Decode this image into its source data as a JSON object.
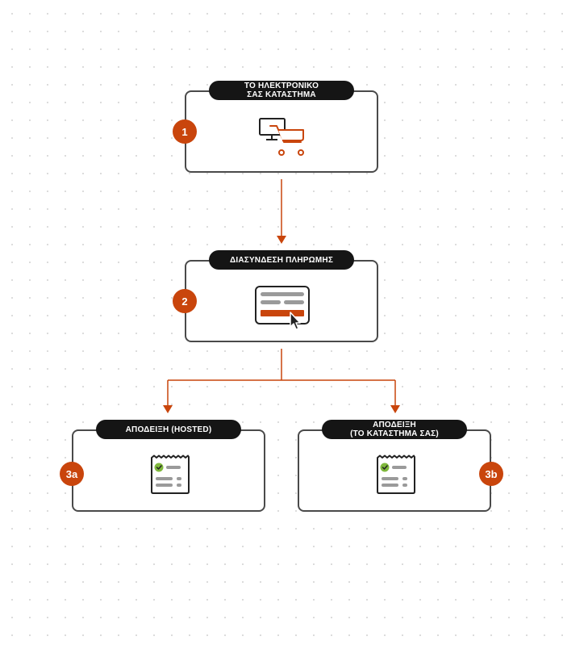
{
  "colors": {
    "accent": "#c9450c",
    "pill": "#151515",
    "border": "#4a4a4a",
    "check": "#7fb83c"
  },
  "steps": [
    {
      "badge": "1",
      "title_line1": "ΤΟ ΗΛΕΚΤΡΟΝΙΚΟ",
      "title_line2": "ΣΑΣ ΚΑΤΑΣΤΗΜΑ",
      "icon": "online-store-cart-icon"
    },
    {
      "badge": "2",
      "title_line1": "ΔΙΑΣΥΝΔΕΣΗ ΠΛΗΡΩΜΗΣ",
      "icon": "payment-form-click-icon"
    },
    {
      "badge": "3a",
      "title_line1": "ΑΠΟΔΕΙΞΗ (HOSTED)",
      "icon": "receipt-check-icon"
    },
    {
      "badge": "3b",
      "title_line1": "ΑΠΟΔΕΙΞΗ",
      "title_line2": "(ΤΟ ΚΑΤΑΣΤΗΜΑ ΣΑΣ)",
      "icon": "receipt-check-icon"
    }
  ]
}
